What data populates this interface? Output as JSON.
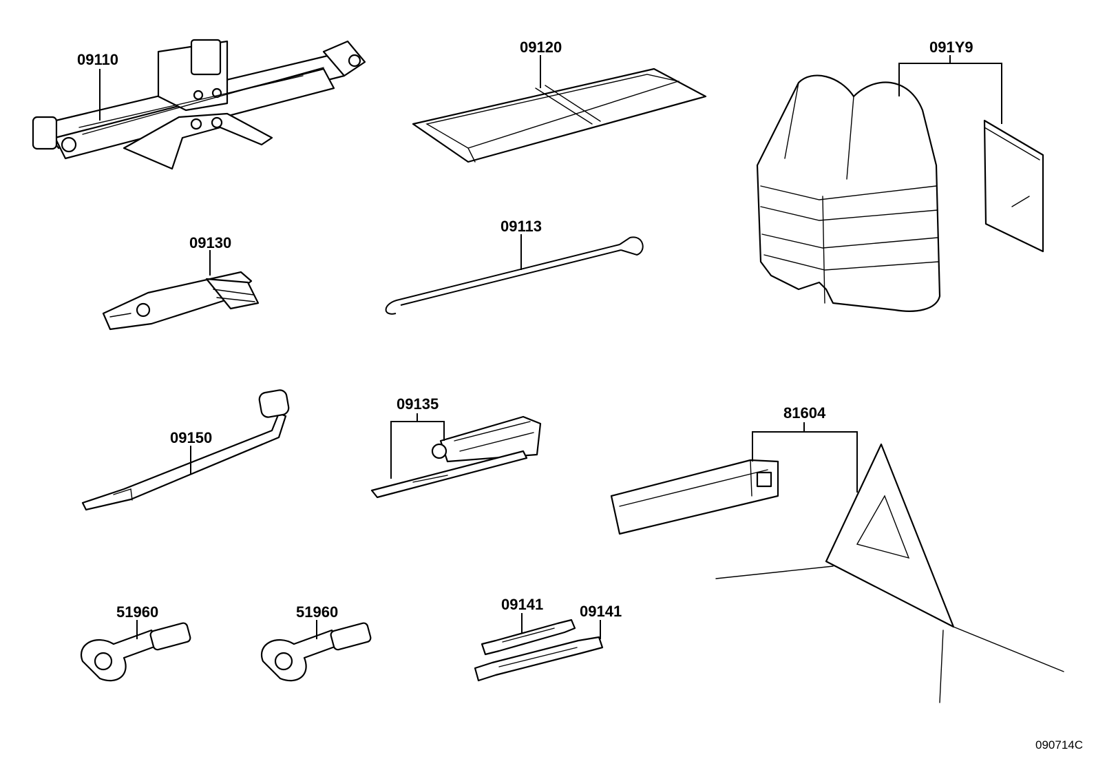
{
  "parts": [
    {
      "id": "jack",
      "label": "09110"
    },
    {
      "id": "tool-bag",
      "label": "09120"
    },
    {
      "id": "safety-vest-set",
      "label": "091Y9"
    },
    {
      "id": "pliers",
      "label": "09130"
    },
    {
      "id": "jack-handle",
      "label": "09113"
    },
    {
      "id": "wheel-nut-wrench",
      "label": "09150"
    },
    {
      "id": "screwdriver-set",
      "label": "09135"
    },
    {
      "id": "warning-triangle",
      "label": "81604"
    },
    {
      "id": "towing-eye-left",
      "label": "51960"
    },
    {
      "id": "towing-eye-right",
      "label": "51960"
    },
    {
      "id": "wrench-upper",
      "label": "09141"
    },
    {
      "id": "wrench-lower",
      "label": "09141"
    }
  ],
  "figure_code": "090714C"
}
